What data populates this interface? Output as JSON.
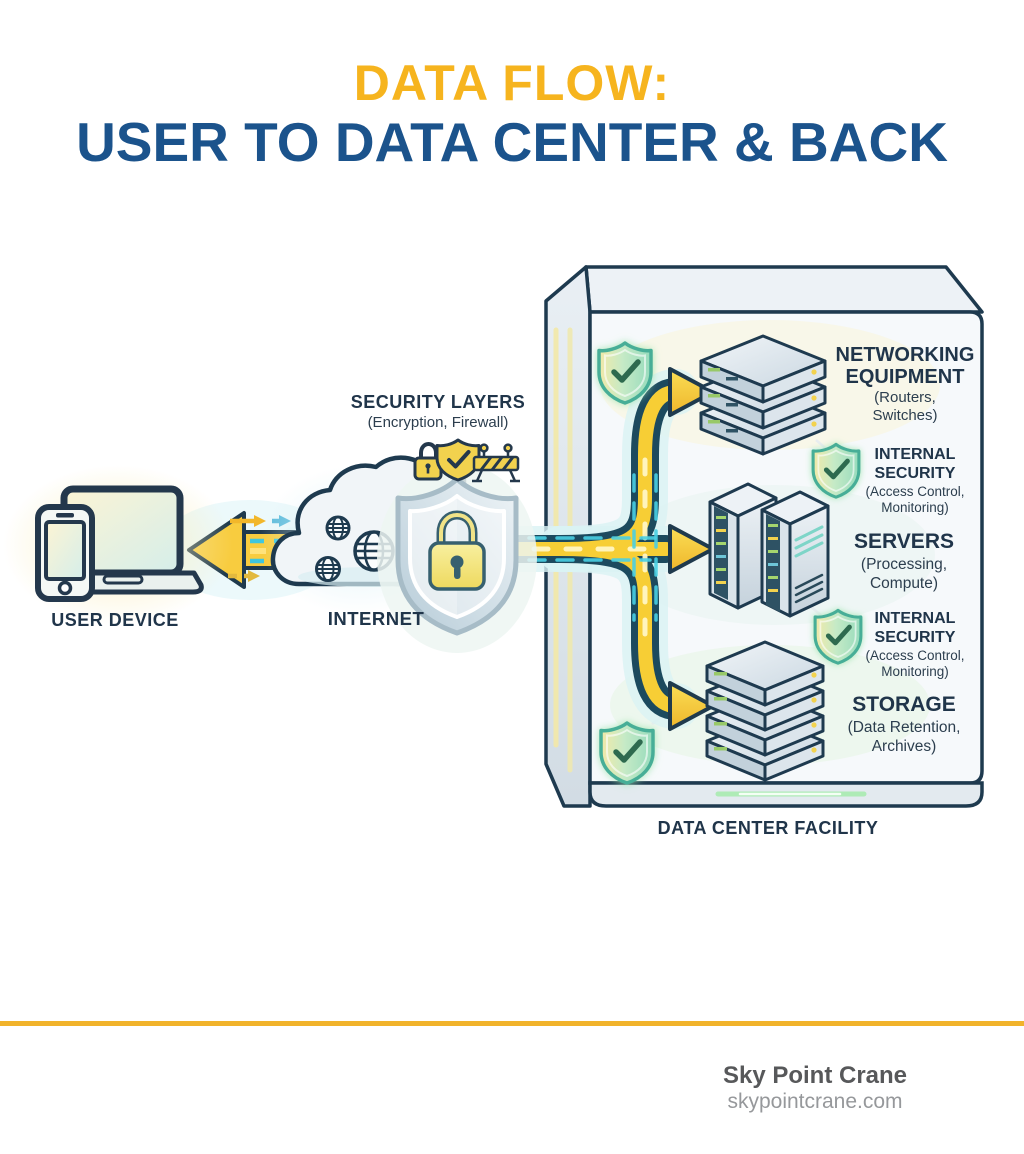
{
  "title": {
    "line1": "DATA FLOW:",
    "line2": "USER TO DATA CENTER & BACK"
  },
  "left_flow": {
    "user_device": {
      "label": "USER DEVICE",
      "icon": "smartphone-laptop-icon"
    },
    "internet": {
      "label": "INTERNET",
      "icon": "cloud-globes-icon"
    },
    "security_layers": {
      "label": "SECURITY LAYERS",
      "sublabel": "(Encryption, Firewall)",
      "icons": [
        "padlock-icon",
        "shield-check-icon",
        "barrier-icon",
        "shield-lock-icon"
      ]
    }
  },
  "data_center": {
    "facility_label": "DATA CENTER FACILITY",
    "networking": {
      "label_line1": "NETWORKING",
      "label_line2": "EQUIPMENT",
      "sub_line1": "(Routers,",
      "sub_line2": "Switches)",
      "icon": "switch-stack-icon"
    },
    "internal_security_top": {
      "label_line1": "INTERNAL",
      "label_line2": "SECURITY",
      "sub_line1": "(Access Control,",
      "sub_line2": "Monitoring)",
      "icon": "green-shield-check-icon"
    },
    "servers": {
      "label": "SERVERS",
      "sub_line1": "(Processing,",
      "sub_line2": "Compute)",
      "icon": "server-towers-icon"
    },
    "internal_security_bottom": {
      "label_line1": "INTERNAL",
      "label_line2": "SECURITY",
      "sub_line1": "(Access Control,",
      "sub_line2": "Monitoring)",
      "icon": "green-shield-check-icon"
    },
    "storage": {
      "label": "STORAGE",
      "sub_line1": "(Data Retention,",
      "sub_line2": "Archives)",
      "icon": "storage-stack-icon"
    }
  },
  "footer": {
    "brand": "Sky Point Crane",
    "website": "skypointcrane.com"
  },
  "colors": {
    "title_yellow": "#F6B41E",
    "title_blue": "#1B538C",
    "label_navy": "#20354A",
    "arrow_yellow": "#F7CE35",
    "arrow_outline": "#1C4A5E",
    "dash_cyan": "#49CFE3",
    "shield_green": "#46AE97",
    "check_green": "#2E6B50",
    "divider_yellow": "#F1B32B",
    "footer_gray": "#57585A",
    "website_gray": "#96989B"
  }
}
